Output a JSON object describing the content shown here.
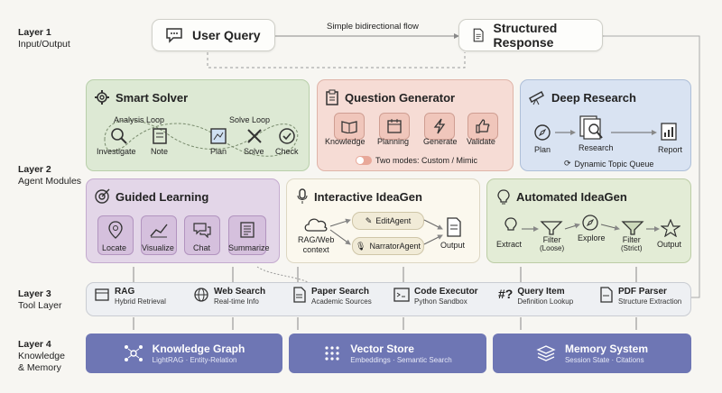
{
  "layers": {
    "l1": {
      "name": "Layer 1",
      "sub": "Input/Output"
    },
    "l2": {
      "name": "Layer 2",
      "sub": "Agent Modules"
    },
    "l3": {
      "name": "Layer 3",
      "sub": "Tool Layer"
    },
    "l4": {
      "name": "Layer 4",
      "sub1": "Knowledge",
      "sub2": "& Memory"
    }
  },
  "io": {
    "user_query": "User Query",
    "structured_response": "Structured Response",
    "flow_label": "Simple bidirectional flow"
  },
  "smart_solver": {
    "title": "Smart Solver",
    "analysis_loop": "Analysis Loop",
    "solve_loop": "Solve Loop",
    "steps": [
      "Investigate",
      "Note",
      "Plan",
      "Solve",
      "Check"
    ]
  },
  "question_generator": {
    "title": "Question Generator",
    "steps": [
      "Knowledge",
      "Planning",
      "Generate",
      "Validate"
    ],
    "modes": "Two modes: Custom / Mimic"
  },
  "deep_research": {
    "title": "Deep Research",
    "steps": [
      "Plan",
      "Research",
      "Report"
    ],
    "queue": "Dynamic Topic Queue"
  },
  "guided_learning": {
    "title": "Guided Learning",
    "items": [
      "Locate",
      "Visualize",
      "Chat",
      "Summarize"
    ]
  },
  "interactive_ideagen": {
    "title": "Interactive IdeaGen",
    "input_line1": "RAG/Web",
    "input_line2": "context",
    "edit_agent": "EditAgent",
    "narrator_agent": "NarratorAgent",
    "output": "Output"
  },
  "automated_ideagen": {
    "title": "Automated IdeaGen",
    "extract": "Extract",
    "filter1": "Filter",
    "filter1_sub": "(Loose)",
    "explore": "Explore",
    "filter2": "Filter",
    "filter2_sub": "(Strict)",
    "output": "Output"
  },
  "tools": [
    {
      "name": "RAG",
      "desc": "Hybrid Retrieval"
    },
    {
      "name": "Web Search",
      "desc": "Real-time Info"
    },
    {
      "name": "Paper Search",
      "desc": "Academic Sources"
    },
    {
      "name": "Code Executor",
      "desc": "Python Sandbox"
    },
    {
      "name": "Query Item",
      "desc": "Definition Lookup"
    },
    {
      "name": "PDF Parser",
      "desc": "Structure Extraction"
    }
  ],
  "knowledge": [
    {
      "name": "Knowledge Graph",
      "desc": "LightRAG · Entity-Relation"
    },
    {
      "name": "Vector Store",
      "desc": "Embeddings · Semantic Search"
    },
    {
      "name": "Memory System",
      "desc": "Session State · Citations"
    }
  ],
  "colors": {
    "smart_solver": "#dde9d4",
    "question_generator": "#f6dcd5",
    "deep_research": "#d9e3f2",
    "guided_learning": "#e3d6e8",
    "interactive_ideagen": "#fbf8ee",
    "automated_ideagen": "#e3ecd6",
    "knowledge": "#6e76b4"
  }
}
